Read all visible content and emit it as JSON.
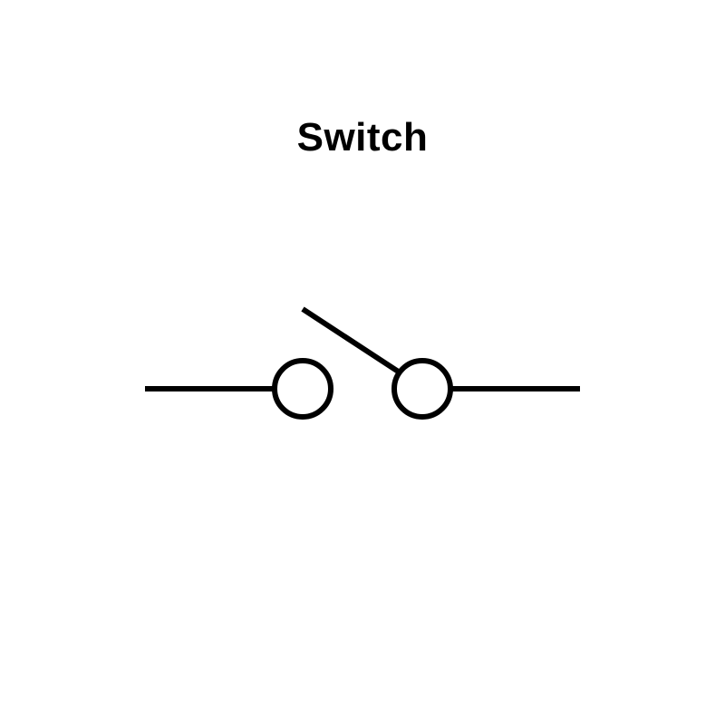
{
  "title": "Switch",
  "colors": {
    "background": "#ffffff",
    "stroke": "#000000"
  },
  "symbol": {
    "type": "open-switch",
    "state": "open"
  }
}
